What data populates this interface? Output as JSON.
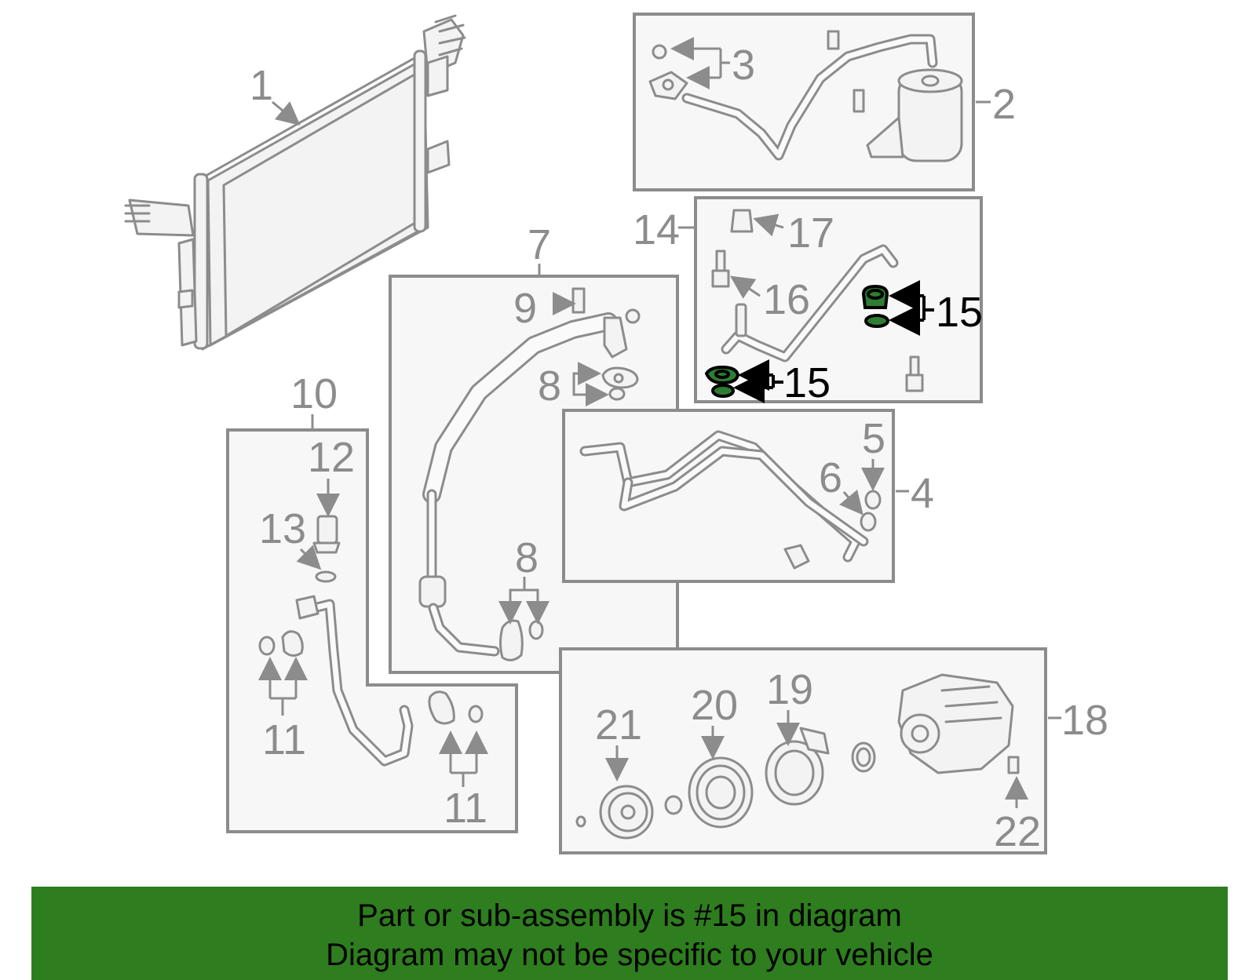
{
  "callouts": {
    "c1": "1",
    "c2": "2",
    "c3": "3",
    "c4": "4",
    "c5": "5",
    "c6": "6",
    "c7": "7",
    "c8a": "8",
    "c8b": "8",
    "c9": "9",
    "c10": "10",
    "c11a": "11",
    "c11b": "11",
    "c12": "12",
    "c13": "13",
    "c14": "14",
    "c15a": "15",
    "c15b": "15",
    "c16": "16",
    "c17": "17",
    "c18": "18",
    "c19": "19",
    "c20": "20",
    "c21": "21",
    "c22": "22"
  },
  "highlight": {
    "part_number": "15",
    "color": "#2e7d32"
  },
  "banner": {
    "line1": "Part or sub-assembly is #15 in diagram",
    "line2": "Diagram may not be specific to your vehicle",
    "background": "#2e7d1e"
  }
}
